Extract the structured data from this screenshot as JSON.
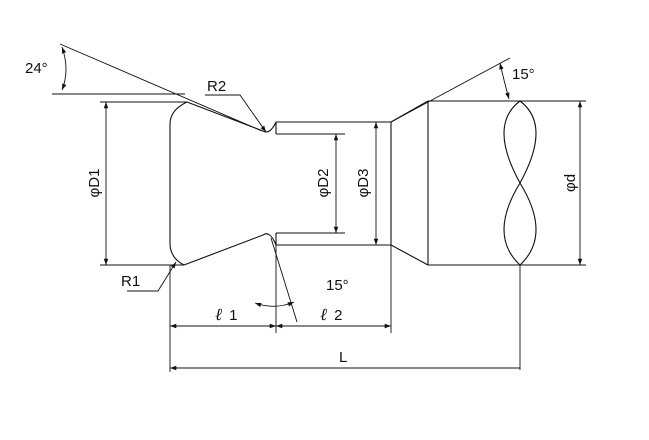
{
  "labels": {
    "angle_24": "24°",
    "angle_15_top": "15°",
    "angle_15_bottom": "15°",
    "r2": "R2",
    "r1": "R1",
    "d1": "φD1",
    "d2": "φD2",
    "d3": "φD3",
    "d": "φd",
    "l1_sym": "ℓ",
    "l1_num": "1",
    "l2_sym": "ℓ",
    "l2_num": "2",
    "L": "L"
  }
}
